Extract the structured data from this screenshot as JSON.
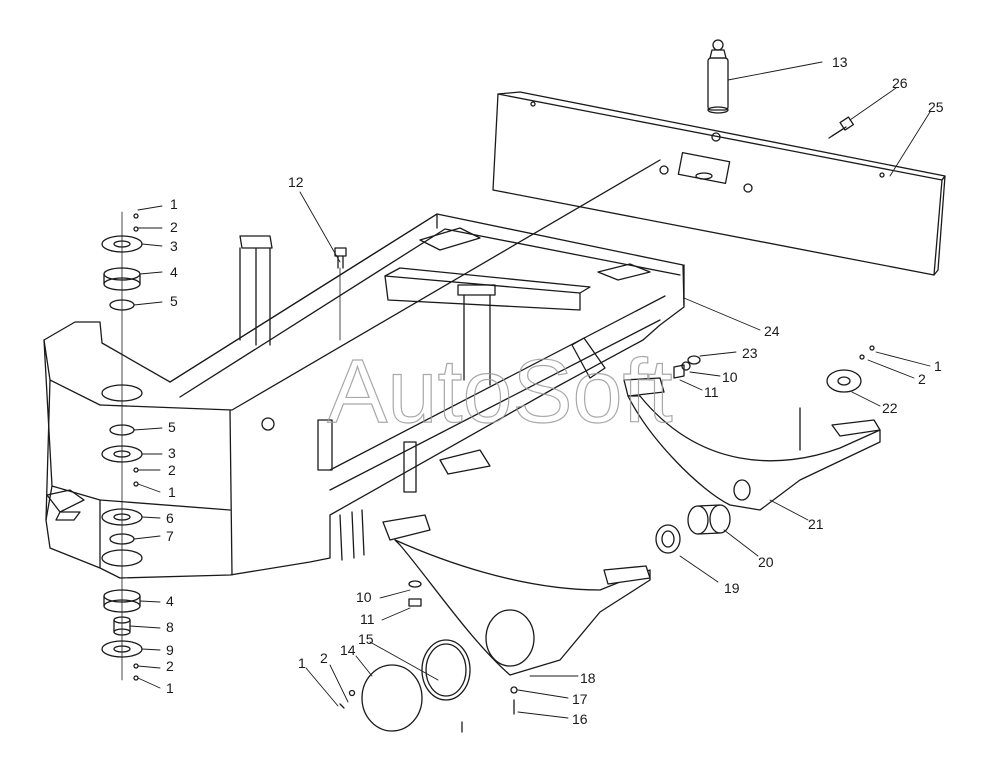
{
  "watermark": "AutoSoft",
  "colors": {
    "line": "#1a1a1a",
    "paper": "#ffffff",
    "watermark": "#9a9a9a"
  },
  "callouts": [
    {
      "id": "c13",
      "label": "13"
    },
    {
      "id": "c26",
      "label": "26"
    },
    {
      "id": "c25",
      "label": "25"
    },
    {
      "id": "c12",
      "label": "12"
    },
    {
      "id": "c24",
      "label": "24"
    },
    {
      "id": "c23",
      "label": "23"
    },
    {
      "id": "c10a",
      "label": "10"
    },
    {
      "id": "c11a",
      "label": "11"
    },
    {
      "id": "c1a",
      "label": "1"
    },
    {
      "id": "c2a",
      "label": "2"
    },
    {
      "id": "c22",
      "label": "22"
    },
    {
      "id": "c21",
      "label": "21"
    },
    {
      "id": "c20",
      "label": "20"
    },
    {
      "id": "c19",
      "label": "19"
    },
    {
      "id": "c18",
      "label": "18"
    },
    {
      "id": "c17",
      "label": "17"
    },
    {
      "id": "c16",
      "label": "16"
    },
    {
      "id": "c10b",
      "label": "10"
    },
    {
      "id": "c11b",
      "label": "11"
    },
    {
      "id": "c15",
      "label": "15"
    },
    {
      "id": "c14",
      "label": "14"
    },
    {
      "id": "c2b",
      "label": "2"
    },
    {
      "id": "c1b",
      "label": "1"
    },
    {
      "id": "cL1",
      "label": "1"
    },
    {
      "id": "cL2",
      "label": "2"
    },
    {
      "id": "cL3",
      "label": "3"
    },
    {
      "id": "cL4",
      "label": "4"
    },
    {
      "id": "cL5",
      "label": "5"
    },
    {
      "id": "cL5b",
      "label": "5"
    },
    {
      "id": "cL3b",
      "label": "3"
    },
    {
      "id": "cL2b",
      "label": "2"
    },
    {
      "id": "cL1b",
      "label": "1"
    },
    {
      "id": "cL6",
      "label": "6"
    },
    {
      "id": "cL7",
      "label": "7"
    },
    {
      "id": "cL4b",
      "label": "4"
    },
    {
      "id": "cL8",
      "label": "8"
    },
    {
      "id": "cL9",
      "label": "9"
    },
    {
      "id": "cL2c",
      "label": "2"
    },
    {
      "id": "cL1c",
      "label": "1"
    }
  ]
}
